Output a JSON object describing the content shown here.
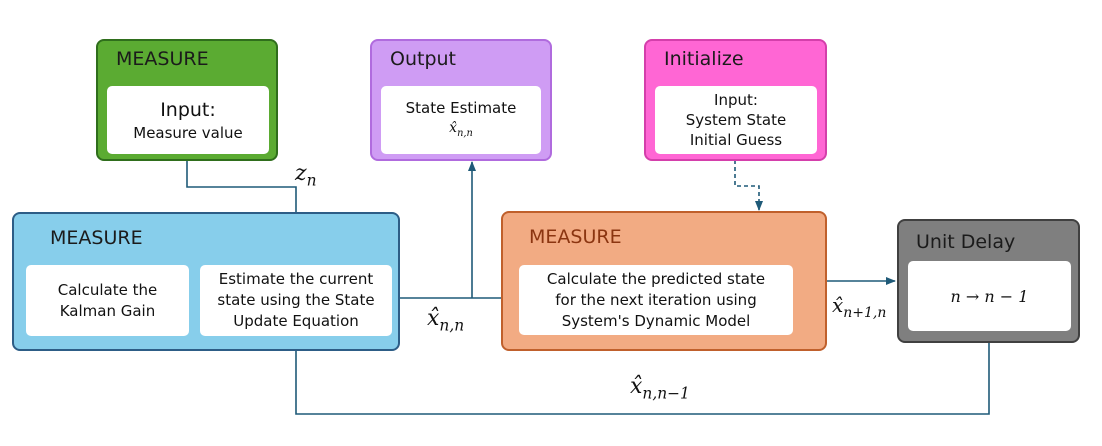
{
  "blocks": {
    "measure_input": {
      "title": "MEASURE",
      "lines": [
        "Input:",
        "Measure value"
      ],
      "color": "#5bab32",
      "border": "#2f6e1c"
    },
    "output": {
      "title": "Output",
      "lines": [
        "State Estimate"
      ],
      "math_var": "x̂",
      "math_sub": "n,n",
      "color": "#cf9cf4",
      "border": "#b06bde"
    },
    "initialize": {
      "title": "Initialize",
      "lines": [
        "Input:",
        "System State",
        "Initial Guess"
      ],
      "color": "#ff66d4",
      "border": "#d43fab"
    },
    "update": {
      "title": "MEASURE",
      "left_lines": [
        "Calculate the",
        "Kalman Gain"
      ],
      "right_lines": [
        "Estimate the current",
        "state using the State",
        "Update Equation"
      ],
      "color": "#87ceeb",
      "border": "#2d5d86"
    },
    "predict": {
      "title": "MEASURE",
      "lines": [
        "Calculate the predicted state",
        "for the next iteration using",
        "System's Dynamic Model"
      ],
      "color": "#f2ab83",
      "border": "#c0602c",
      "title_color": "#8b3510"
    },
    "delay": {
      "title": "Unit Delay",
      "math": "n → n − 1",
      "color": "#7f7f7f",
      "border": "#404040"
    }
  },
  "labels": {
    "zn": {
      "var": "z",
      "sub": "n"
    },
    "x_nn": {
      "var": "x̂",
      "sub": "n,n"
    },
    "x_n1n": {
      "var": "x̂",
      "sub": "n+1,n"
    },
    "x_nn1": {
      "var": "x̂",
      "sub": "n,n−1"
    }
  },
  "arrow_color": "#1f5a78"
}
